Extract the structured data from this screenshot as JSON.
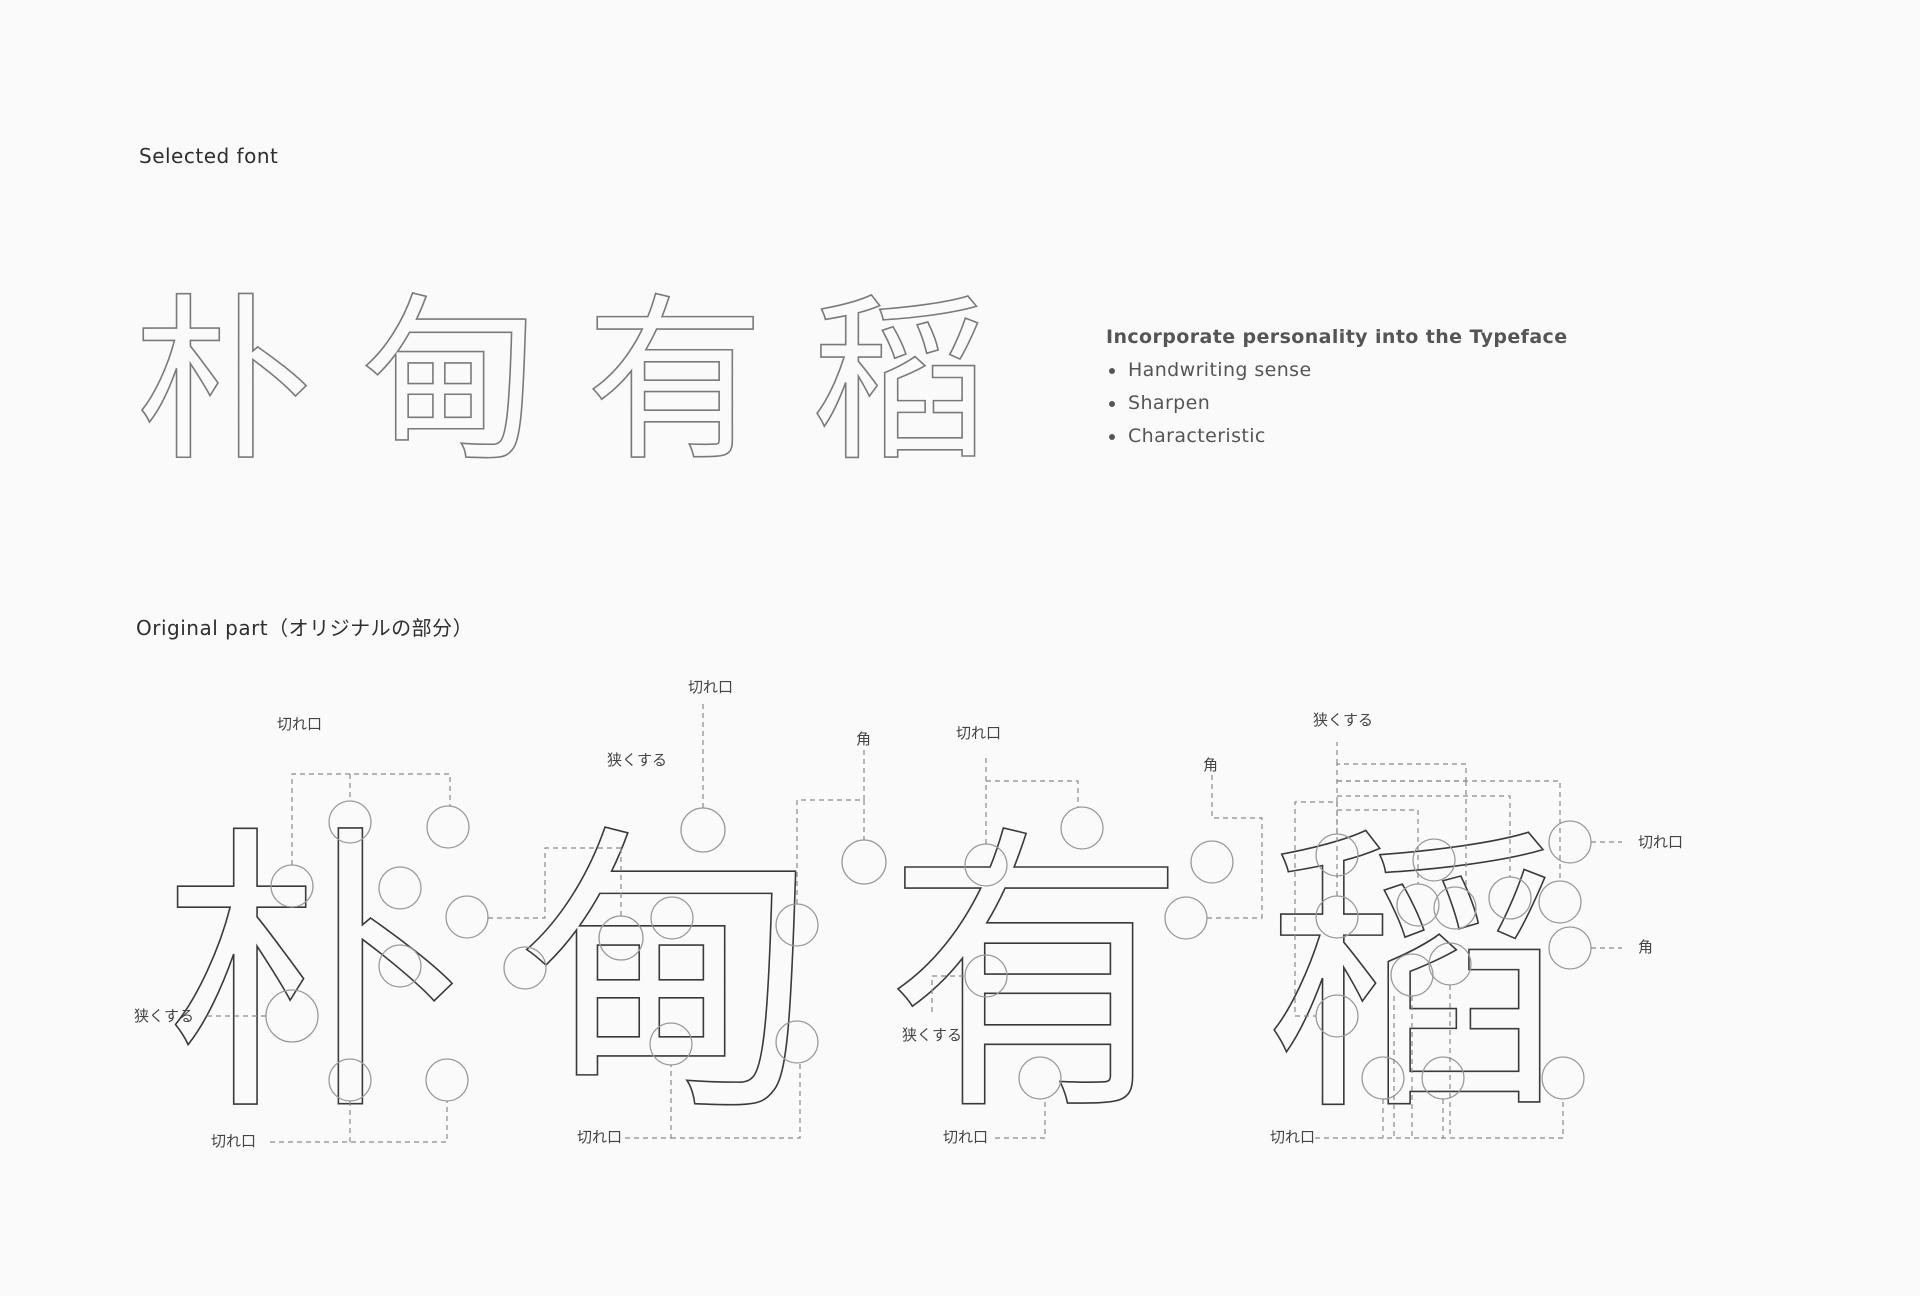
{
  "selected_font": {
    "title": "Selected font",
    "glyphs": [
      "朴",
      "甸",
      "有",
      "稻"
    ]
  },
  "features": {
    "heading": "Incorporate personality into the Typeface",
    "items": [
      "Handwriting sense",
      "Sharpen",
      "Characteristic"
    ]
  },
  "original_part": {
    "title": "Original part（オリジナルの部分）",
    "glyphs": [
      "朴",
      "甸",
      "有",
      "稻"
    ],
    "annotations": {
      "cut_end": "切れ口",
      "narrow": "狭くする",
      "corner": "角"
    }
  },
  "colors": {
    "background": "#fafafa",
    "glyph_outline": "#7a7a7a",
    "leader_line": "#8a8a8a",
    "text": "#333333"
  }
}
